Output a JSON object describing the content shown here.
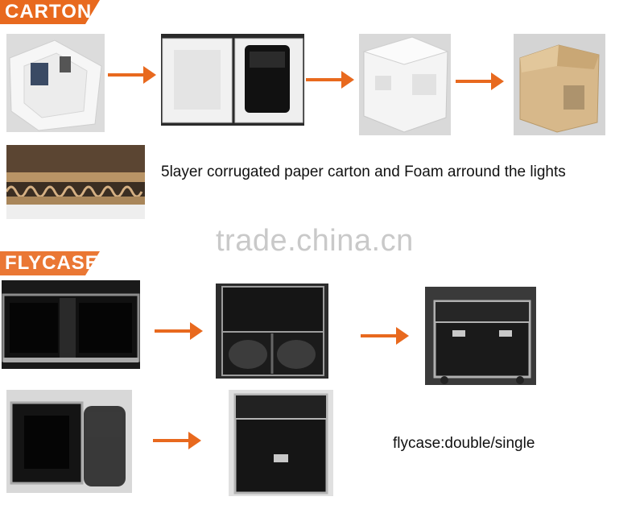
{
  "carton_section": {
    "heading": "CARTON",
    "caption": "5layer corrugated paper carton and Foam arround the lights"
  },
  "flycase_section": {
    "heading": "FLYCASE",
    "caption": "flycase:double/single"
  },
  "watermark": "trade.china.cn",
  "colors": {
    "accent": "#e8691e",
    "text": "#111111",
    "watermark": "#c9c9c9"
  }
}
